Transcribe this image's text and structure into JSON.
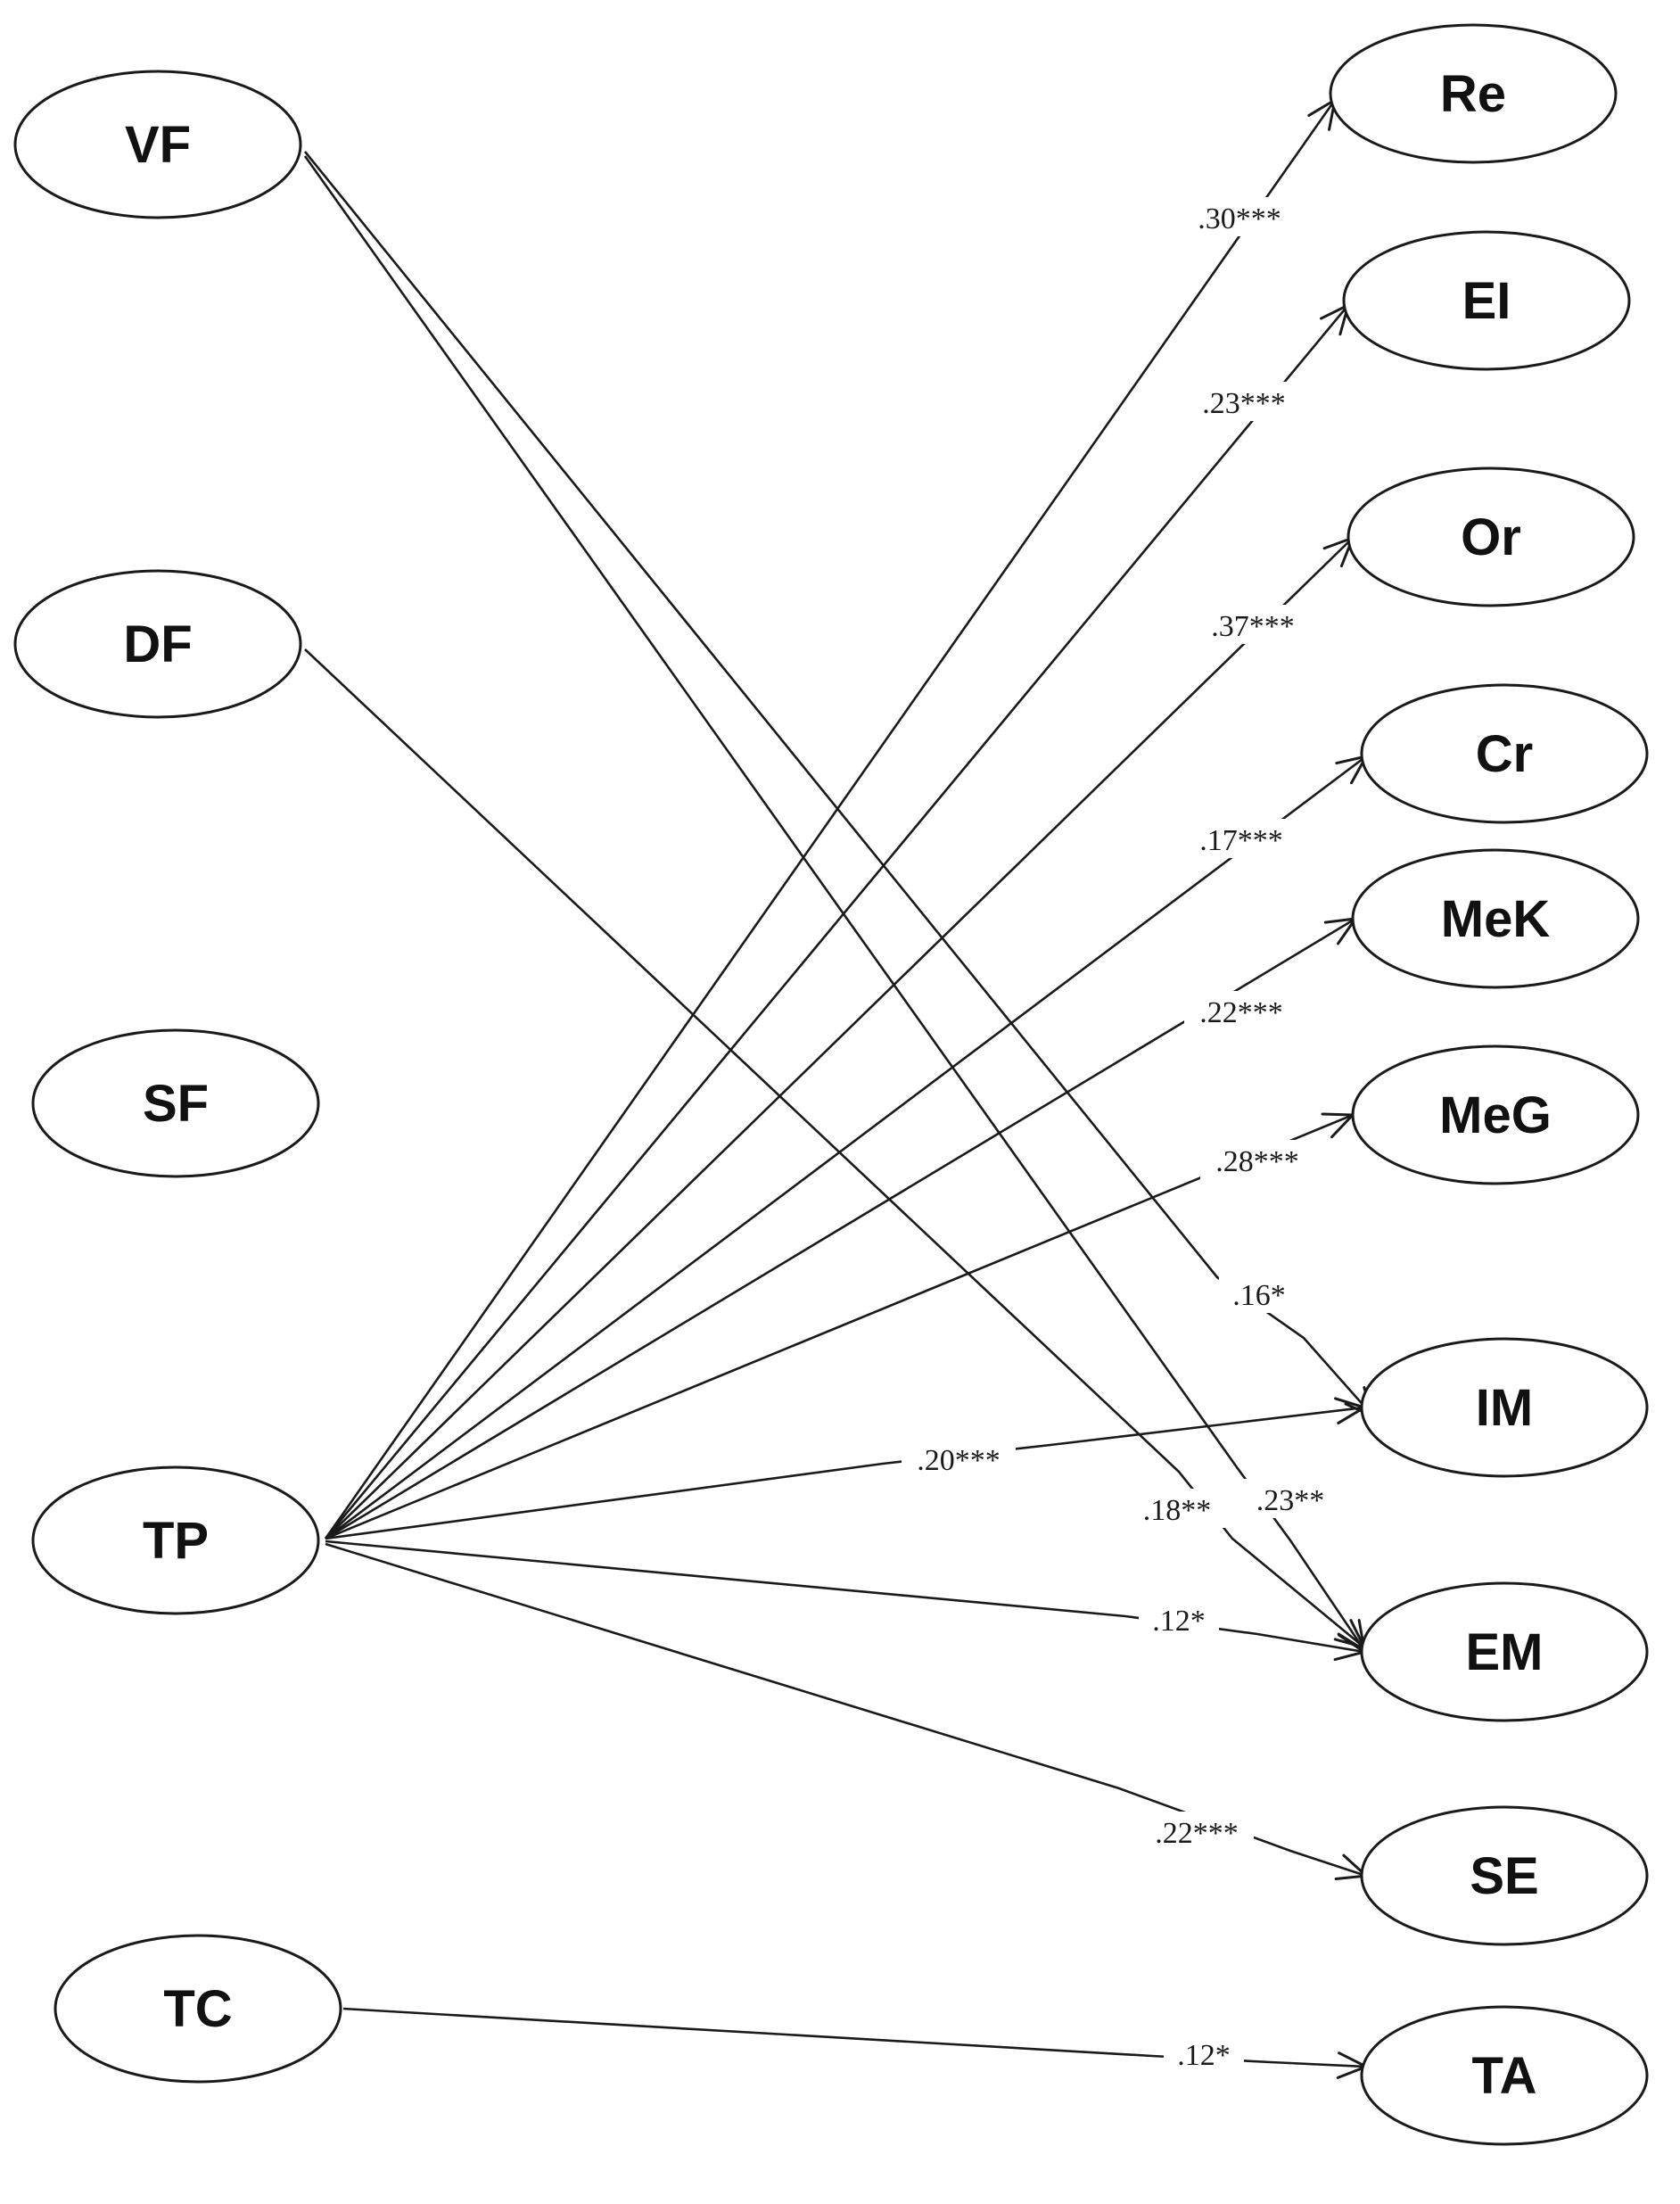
{
  "colors": {
    "stroke": "#1a1a1a",
    "background": "#ffffff"
  },
  "nodes": [
    {
      "id": "VF",
      "label": "VF"
    },
    {
      "id": "DF",
      "label": "DF"
    },
    {
      "id": "SF",
      "label": "SF"
    },
    {
      "id": "TP",
      "label": "TP"
    },
    {
      "id": "TC",
      "label": "TC"
    },
    {
      "id": "Re",
      "label": "Re"
    },
    {
      "id": "EI",
      "label": "EI"
    },
    {
      "id": "Or",
      "label": "Or"
    },
    {
      "id": "Cr",
      "label": "Cr"
    },
    {
      "id": "MeK",
      "label": "MeK"
    },
    {
      "id": "MeG",
      "label": "MeG"
    },
    {
      "id": "IM",
      "label": "IM"
    },
    {
      "id": "EM",
      "label": "EM"
    },
    {
      "id": "SE",
      "label": "SE"
    },
    {
      "id": "TA",
      "label": "TA"
    }
  ],
  "paths": [
    {
      "from": "TP",
      "to": "Re",
      "coefficient": ".30***"
    },
    {
      "from": "TP",
      "to": "EI",
      "coefficient": ".23***"
    },
    {
      "from": "TP",
      "to": "Or",
      "coefficient": ".37***"
    },
    {
      "from": "TP",
      "to": "Cr",
      "coefficient": ".17***"
    },
    {
      "from": "TP",
      "to": "MeK",
      "coefficient": ".22***"
    },
    {
      "from": "TP",
      "to": "MeG",
      "coefficient": ".28***"
    },
    {
      "from": "VF",
      "to": "IM",
      "coefficient": ".16*"
    },
    {
      "from": "TP",
      "to": "IM",
      "coefficient": ".20***"
    },
    {
      "from": "DF",
      "to": "EM",
      "coefficient": ".18**"
    },
    {
      "from": "VF",
      "to": "EM",
      "coefficient": ".23**"
    },
    {
      "from": "TP",
      "to": "EM",
      "coefficient": ".12*"
    },
    {
      "from": "TP",
      "to": "SE",
      "coefficient": ".22***"
    },
    {
      "from": "TC",
      "to": "TA",
      "coefficient": ".12*"
    }
  ]
}
